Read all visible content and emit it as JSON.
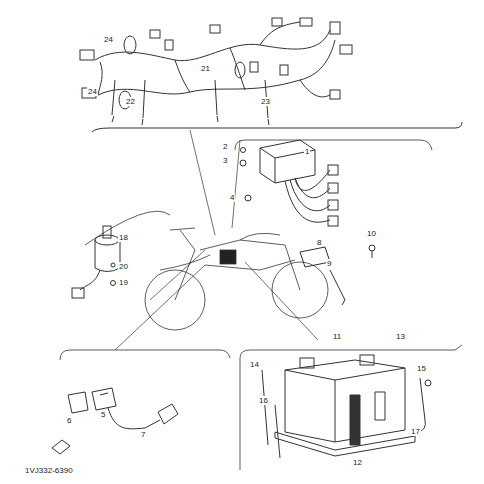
{
  "diagram": {
    "labels": [
      "24",
      "24",
      "22",
      "21",
      "23",
      "18",
      "20",
      "19",
      "2",
      "3",
      "4",
      "1",
      "8",
      "9",
      "10",
      "6",
      "5",
      "7",
      "14",
      "16",
      "11",
      "13",
      "15",
      "12",
      "17",
      "1VJ332-6390"
    ]
  }
}
